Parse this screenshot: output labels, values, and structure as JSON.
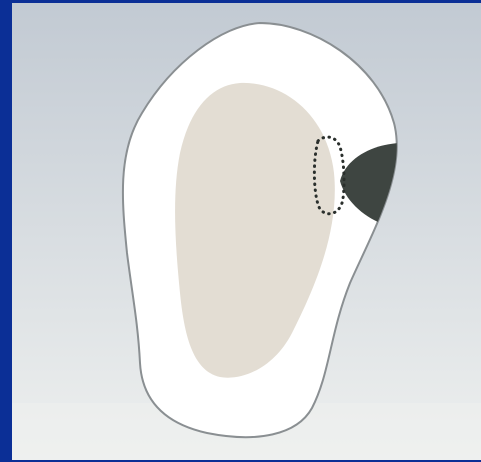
{
  "colors": {
    "border": "#0b2f96",
    "background_top": "#c2cad3",
    "background_bottom": "#eef0ef",
    "outer_shape_fill": "#ffffff",
    "outer_shape_stroke": "#8a8f92",
    "inner_shape_fill": "#e3ddd3",
    "dark_region_fill": "#3e4541",
    "dotted_outline": "#2a2f2c"
  },
  "icons": {
    "outer_shape": "rounded-blob-white",
    "inner_shape": "beige-oval",
    "dark_region": "dark-lens-segment",
    "dotted_region": "dotted-rounded-rectangle"
  }
}
